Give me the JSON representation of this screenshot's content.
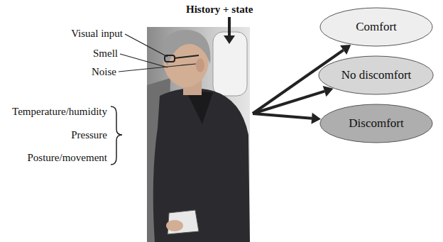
{
  "diagram": {
    "nodes": [
      {
        "text": [
          "Comfort"
        ]
      },
      {
        "text": [
          "No discomfort"
        ]
      },
      {
        "text": [
          "Discomfort"
        ]
      }
    ],
    "labels": [
      "History + state",
      "Visual input",
      "Smell",
      "Noise",
      "Temperature/humidity",
      "Pressure",
      "Posture/movement"
    ]
  }
}
